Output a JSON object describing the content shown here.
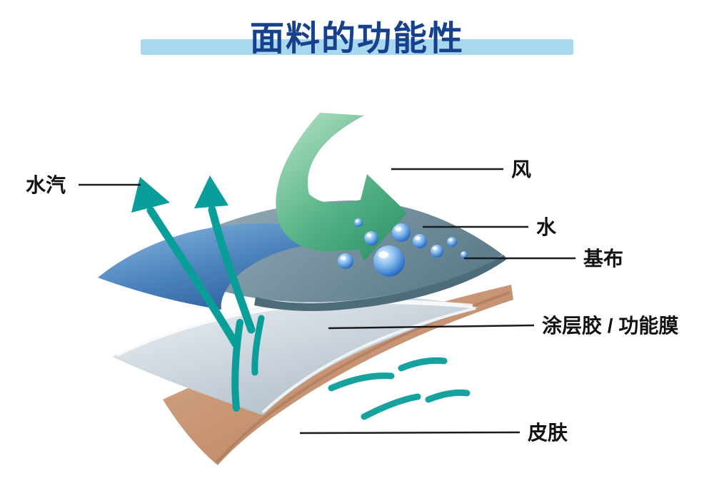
{
  "title": "面料的功能性",
  "labels": {
    "vapor": "水汽",
    "wind": "风",
    "water": "水",
    "base": "基布",
    "coating": "涂层胶 / 功能膜",
    "skin": "皮肤"
  },
  "colors": {
    "title": "#16418d",
    "title_bar": "#a9d7f0",
    "wind_arrow": "#3fa379",
    "vapor_arrow": "#0a9e9a",
    "base_fabric_top": "#76929f",
    "base_fabric_edge": "#4e6b79",
    "base_fabric_underside": "#3f79b4",
    "membrane": "#c6d0d9",
    "skin": "#c4916f",
    "water_droplet": "#2f72c8",
    "label_text": "#111111",
    "label_line": "#1a1a1a"
  }
}
